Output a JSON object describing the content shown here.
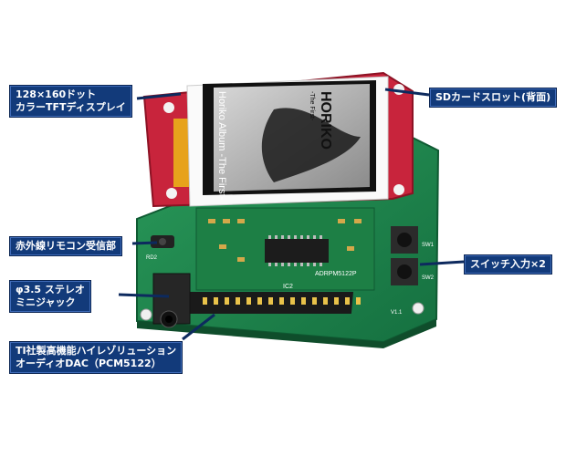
{
  "labels": {
    "display": [
      "128×160ドット",
      "カラーTFTディスプレイ"
    ],
    "sd_slot": "SDカードスロット(背面)",
    "ir_receiver": "赤外線リモコン受信部",
    "stereo_jack": [
      "φ3.5 ステレオ",
      "ミニジャック"
    ],
    "switch": "スイッチ入力×2",
    "dac": [
      "TI社製高機能ハイレゾリューション",
      "オーディオDAC（PCM5122）"
    ]
  },
  "screen": {
    "vertical_title": "HORIKO",
    "vertical_sub": "-The First-",
    "side_text": "Horiko Album -The First-"
  },
  "board": {
    "chip_label": "ADRPM5122P",
    "ref_rd2": "RD2",
    "ref_sw1": "SW1",
    "ref_sw2": "SW2",
    "version": "V1.1",
    "ref_ic2": "IC2"
  },
  "colors": {
    "label_bg": "#123a7a",
    "pcb_green": "#1f8a4c",
    "display_pcb_red": "#c8243c"
  }
}
